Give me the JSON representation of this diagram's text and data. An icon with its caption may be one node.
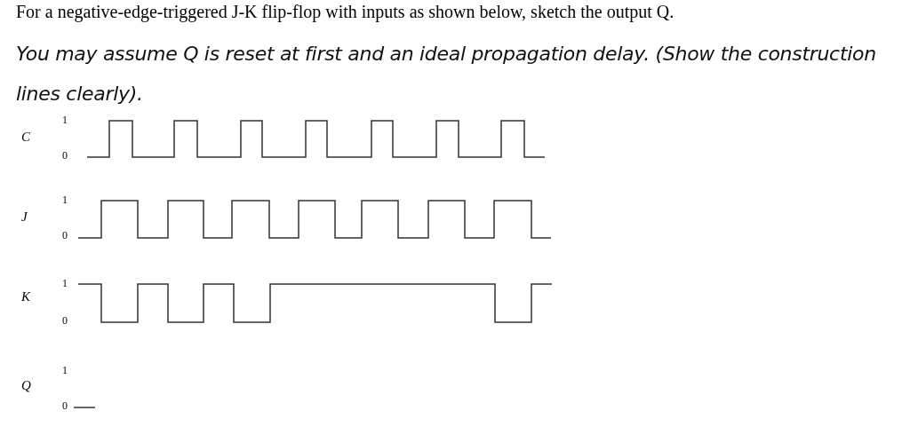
{
  "diagram": {
    "labels": [
      "For a negative-edge-triggered J-K flip-flop with inputs as shown below, sketch the output Q.",
      "You may assume Q is reset at first and an ideal propagation delay. (Show the construction lines clearly).",
      "1",
      "C",
      "0",
      "1",
      "J",
      "0",
      "1",
      "K",
      "0",
      "1",
      "Q",
      "0"
    ]
  }
}
